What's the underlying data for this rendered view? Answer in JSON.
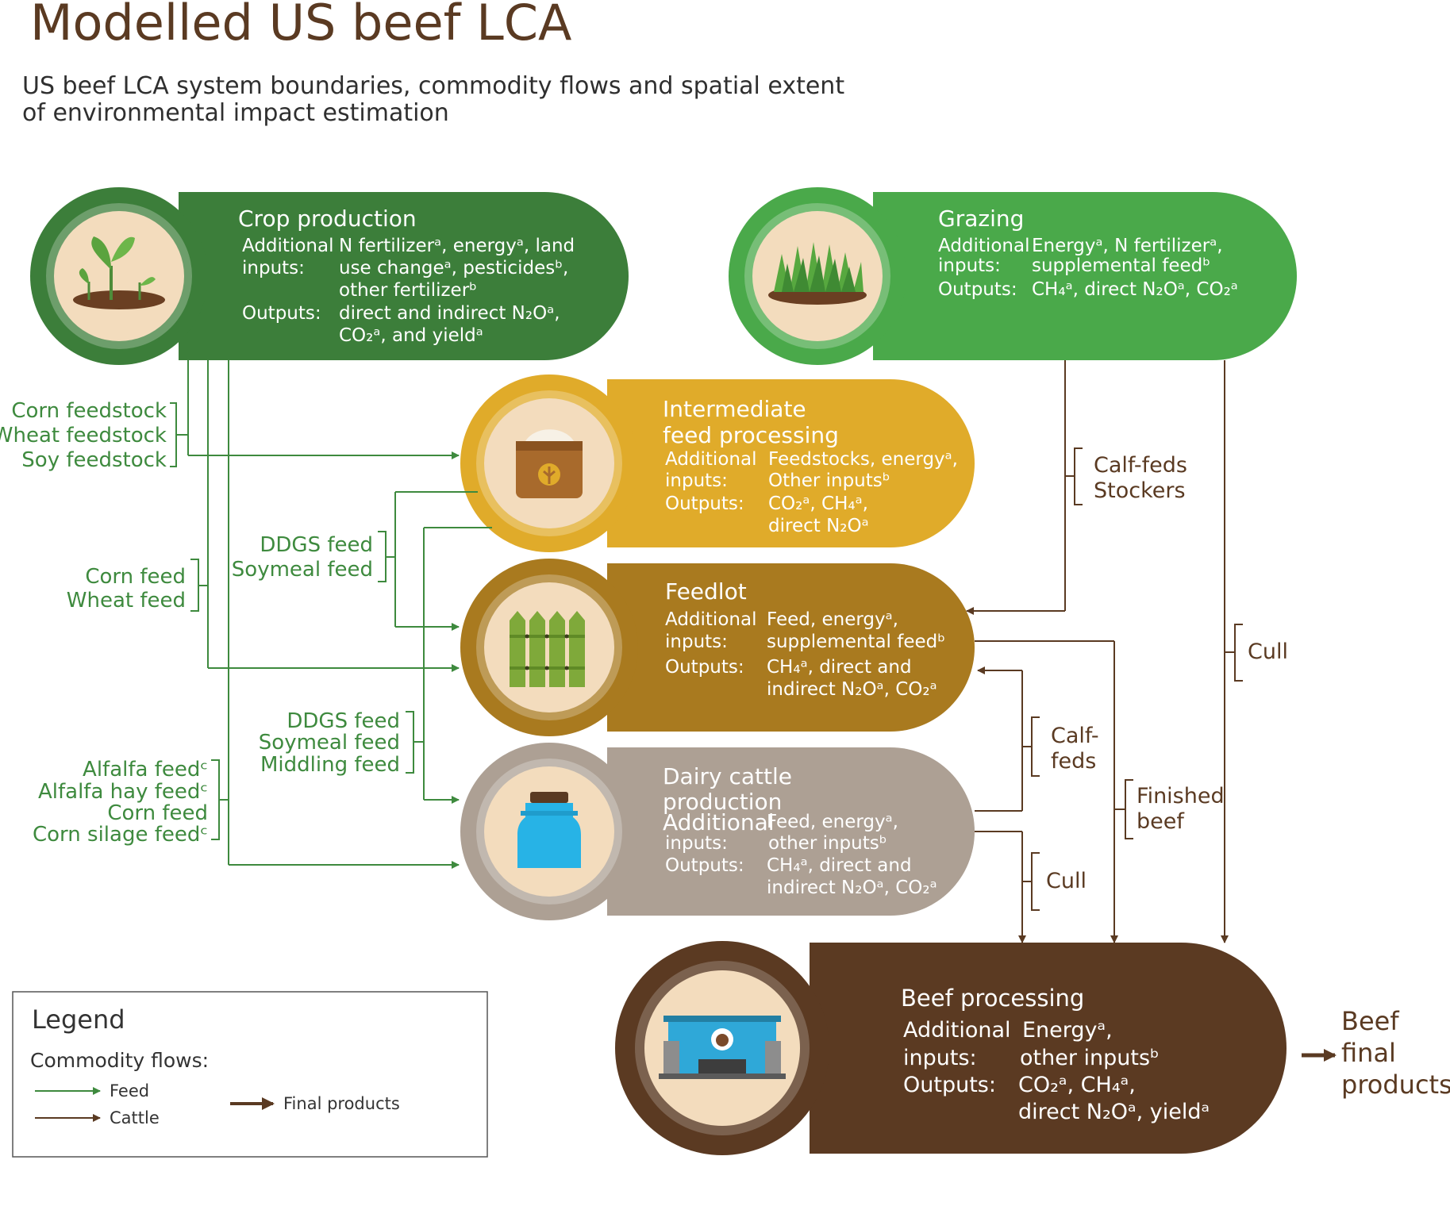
{
  "title": "Modelled US beef LCA",
  "subtitle_line1": "US beef LCA system boundaries, commodity flows and spatial extent",
  "subtitle_line2": "of environmental impact estimation",
  "colors": {
    "crop": "#3c7e3a",
    "grazing": "#4aa94a",
    "intermediate": "#e0ab2a",
    "feedlot": "#a97a1f",
    "dairy": "#ada094",
    "beef": "#5b3a22",
    "feed_arrow": "#3e8a3e",
    "cattle_arrow": "#5a3a22"
  },
  "stages": {
    "crop": {
      "title": "Crop production",
      "label_additional": "Additional",
      "label_inputs": "inputs:",
      "label_outputs": "Outputs:",
      "inputs_line1": "N fertilizerᵃ, energyᵃ, land",
      "inputs_line2": "use changeᵃ, pesticidesᵇ,",
      "inputs_line3": "other fertilizerᵇ",
      "outputs_line1": "direct and indirect N₂Oᵃ,",
      "outputs_line2": "CO₂ᵃ, and yieldᵃ",
      "icon": "seedling-icon"
    },
    "grazing": {
      "title": "Grazing",
      "label_additional": "Additional",
      "label_inputs": "inputs:",
      "label_outputs": "Outputs:",
      "inputs_line1": "Energyᵃ, N fertilizerᵃ,",
      "inputs_line2": "supplemental feedᵇ",
      "outputs_line1": "CH₄ᵃ, direct N₂Oᵃ, CO₂ᵃ",
      "icon": "grass-icon"
    },
    "intermediate": {
      "title_line1": "Intermediate",
      "title_line2": "feed processing",
      "label_additional": "Additional",
      "label_inputs": "inputs:",
      "label_outputs": "Outputs:",
      "inputs_line1": "Feedstocks, energyᵃ,",
      "inputs_line2": "Other inputsᵇ",
      "outputs_line1": "CO₂ᵃ, CH₄ᵃ,",
      "outputs_line2": "direct N₂Oᵃ",
      "icon": "feed-sack-icon"
    },
    "feedlot": {
      "title": "Feedlot",
      "label_additional": "Additional",
      "label_inputs": "inputs:",
      "label_outputs": "Outputs:",
      "inputs_line1": "Feed, energyᵃ,",
      "inputs_line2": "supplemental feedᵇ",
      "outputs_line1": "CH₄ᵃ, direct and",
      "outputs_line2": "indirect N₂Oᵃ, CO₂ᵃ",
      "icon": "fence-icon"
    },
    "dairy": {
      "title_line1": "Dairy cattle",
      "title_line2": "production",
      "label_additional": "Additional",
      "label_inputs": "inputs:",
      "label_outputs": "Outputs:",
      "inputs_line1": "Feed, energyᵃ,",
      "inputs_line2": "other inputsᵇ",
      "outputs_line1": "CH₄ᵃ, direct and",
      "outputs_line2": "indirect N₂Oᵃ, CO₂ᵃ",
      "icon": "milk-jug-icon"
    },
    "beef": {
      "title": "Beef processing",
      "label_additional": "Additional",
      "label_inputs": "inputs:",
      "label_outputs": "Outputs:",
      "inputs_line1": "Energyᵃ,",
      "inputs_line2": "other inputsᵇ",
      "outputs_line1": "CO₂ᵃ, CH₄ᵃ,",
      "outputs_line2": "direct N₂Oᵃ, yieldᵃ",
      "icon": "processing-plant-icon"
    }
  },
  "flow_labels": {
    "corn_feedstock": "Corn feedstock",
    "wheat_feedstock": "Wheat feedstock",
    "soy_feedstock": "Soy feedstock",
    "ddgs_feed_1": "DDGS feed",
    "soymeal_feed_1": "Soymeal feed",
    "corn_feed_1": "Corn feed",
    "wheat_feed": "Wheat feed",
    "ddgs_feed_2": "DDGS feed",
    "soymeal_feed_2": "Soymeal feed",
    "middling_feed": "Middling feed",
    "alfalfa_feed": "Alfalfa feedᶜ",
    "alfalfa_hay_feed": "Alfalfa hay feedᶜ",
    "corn_feed_2": "Corn feed",
    "corn_silage_feed": "Corn silage feedᶜ",
    "calf_feds_stockers_1": "Calf-feds",
    "calf_feds_stockers_2": "Stockers",
    "calf_feds_1": "Calf-",
    "calf_feds_2": "feds",
    "cull_dairy": "Cull",
    "finished_beef_1": "Finished",
    "finished_beef_2": "beef",
    "cull_grazing": "Cull",
    "final_1": "Beef",
    "final_2": "final",
    "final_3": "products"
  },
  "legend": {
    "title": "Legend",
    "subtitle": "Commodity flows:",
    "feed": "Feed",
    "cattle": "Cattle",
    "final_products": "Final products"
  }
}
